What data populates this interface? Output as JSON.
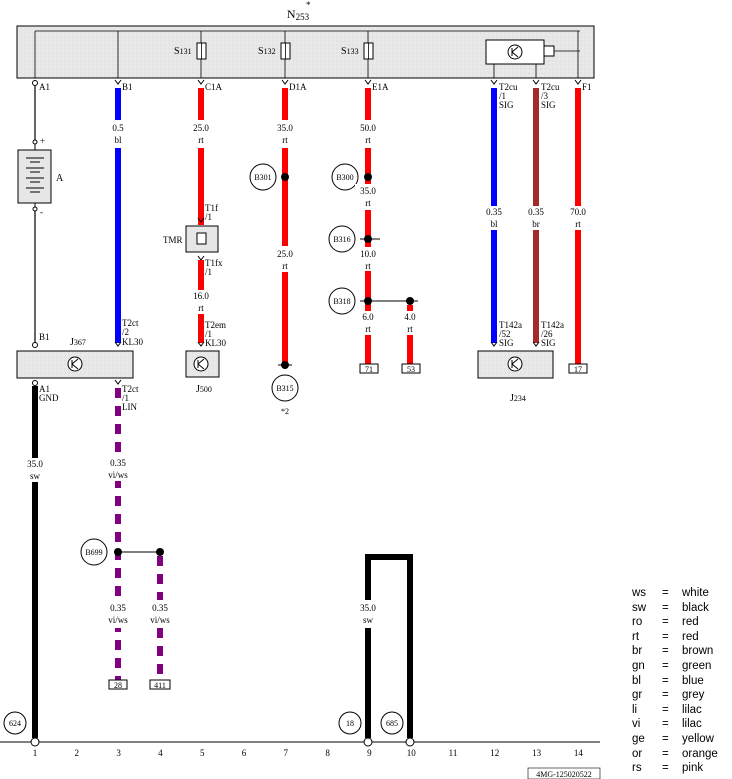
{
  "title": {
    "main": "N",
    "sub": "253",
    "mark": "*"
  },
  "fuses": [
    {
      "main": "S",
      "sub": "131"
    },
    {
      "main": "S",
      "sub": "132"
    },
    {
      "main": "S",
      "sub": "133"
    }
  ],
  "pins_top": [
    "A1",
    "B1",
    "C1A",
    "D1A",
    "E1A",
    "T2cu",
    "T2cu",
    "F1"
  ],
  "pins_top_sub": [
    "/1",
    "/3"
  ],
  "pins_top_sig": [
    "SIG",
    "SIG"
  ],
  "wires": {
    "w2": {
      "size": "0.5",
      "color": "bl"
    },
    "w5": {
      "size": "25.0",
      "color": "rt"
    },
    "w5b": {
      "size": "16.0",
      "color": "rt"
    },
    "w7": {
      "size": "35.0",
      "color": "rt"
    },
    "w7b": {
      "size": "25.0",
      "color": "rt"
    },
    "w9": {
      "size": "50.0",
      "color": "rt"
    },
    "w9b": {
      "size": "35.0",
      "color": "rt"
    },
    "w9c": {
      "size": "10.0",
      "color": "rt"
    },
    "w9d": {
      "size": "6.0",
      "color": "rt"
    },
    "w10": {
      "size": "4.0",
      "color": "rt"
    },
    "w12": {
      "size": "0.35",
      "color": "bl"
    },
    "w13": {
      "size": "0.35",
      "color": "br"
    },
    "w14": {
      "size": "70.0",
      "color": "rt"
    },
    "w1": {
      "size": "35.0",
      "color": "sw"
    },
    "w3": {
      "size": "0.35",
      "color": "vi/ws"
    },
    "w3b": {
      "size": "0.35",
      "color": "vi/ws"
    },
    "w4": {
      "size": "0.35",
      "color": "vi/ws"
    },
    "w9e": {
      "size": "35.0",
      "color": "sw"
    }
  },
  "battery": {
    "label": "A",
    "plus": "+",
    "minus": "-"
  },
  "points": [
    "B301",
    "B300",
    "B316",
    "B318",
    "B315",
    "B699"
  ],
  "b315_note": "*2",
  "tmr": {
    "label": "TMR",
    "t1": "T1f",
    "t1s": "/1",
    "t2": "T1fx",
    "t2s": "/1"
  },
  "j367": {
    "main": "J",
    "sub": "367",
    "b1": "B1",
    "t2ct": "T2ct",
    "t2ct_s": "/2",
    "kl30": "KL30",
    "a1": "A1",
    "gnd": "GND",
    "t2ct2": "T2ct",
    "t2ct2_s": "/1",
    "lin": "LIN"
  },
  "j500": {
    "main": "J",
    "sub": "500",
    "t2em": "T2em",
    "t2em_s": "/1",
    "kl30": "KL30"
  },
  "j234": {
    "main": "J",
    "sub": "234",
    "p1": "T142a",
    "p1s": "/52",
    "p2": "T142a",
    "p2s": "/26",
    "sig": "SIG"
  },
  "terminals": [
    "71",
    "53",
    "17",
    "28",
    "411"
  ],
  "grounds": [
    "624",
    "18",
    "685"
  ],
  "bottom_numbers": [
    "1",
    "2",
    "3",
    "4",
    "5",
    "6",
    "7",
    "8",
    "9",
    "10",
    "11",
    "12",
    "13",
    "14"
  ],
  "ref_code": "4MG-125020522",
  "legend": [
    {
      "code": "ws",
      "name": "white"
    },
    {
      "code": "sw",
      "name": "black"
    },
    {
      "code": "ro",
      "name": "red"
    },
    {
      "code": "rt",
      "name": "red"
    },
    {
      "code": "br",
      "name": "brown"
    },
    {
      "code": "gn",
      "name": "green"
    },
    {
      "code": "bl",
      "name": "blue"
    },
    {
      "code": "gr",
      "name": "grey"
    },
    {
      "code": "li",
      "name": "lilac"
    },
    {
      "code": "vi",
      "name": "lilac"
    },
    {
      "code": "ge",
      "name": "yellow"
    },
    {
      "code": "or",
      "name": "orange"
    },
    {
      "code": "rs",
      "name": "pink"
    }
  ],
  "colors": {
    "red": "#ff0000",
    "blue": "#0000ff",
    "brown": "#a52a2a",
    "violet": "#800080",
    "black": "#000000",
    "box": "#e6e6e6"
  }
}
